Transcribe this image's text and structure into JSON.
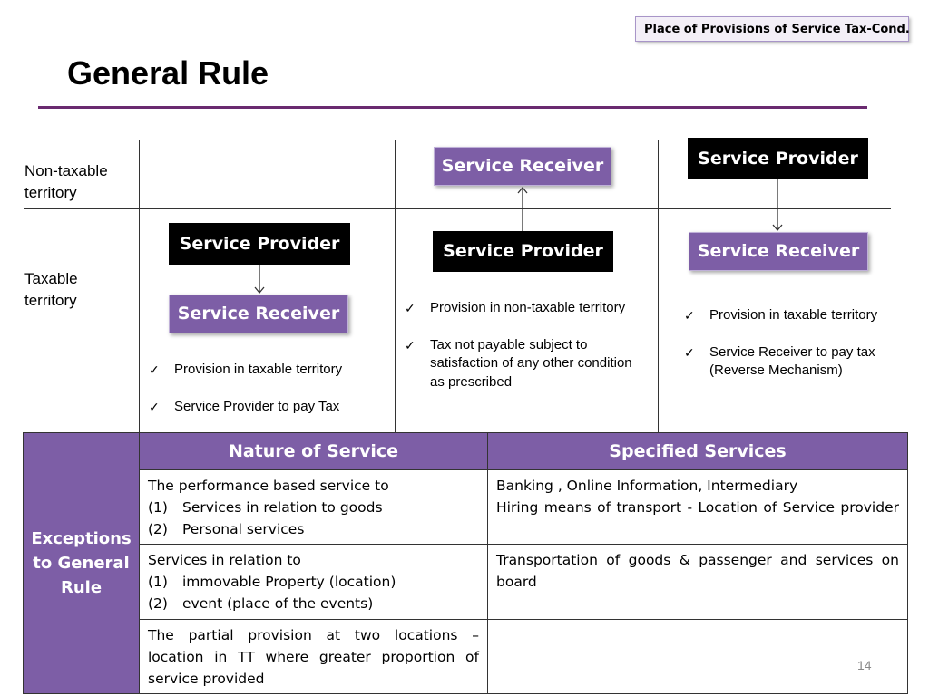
{
  "header": {
    "tag": "Place of Provisions of Service Tax-Cond.",
    "title": "General Rule"
  },
  "zones": {
    "non_taxable": "Non-taxable territory",
    "taxable": "Taxable territory"
  },
  "scenarios": [
    {
      "top_box": "Service Provider",
      "bottom_box": "Service Receiver",
      "bullets": [
        "Provision in taxable  territory",
        "Service Provider to pay Tax"
      ]
    },
    {
      "top_box": "Service Receiver",
      "bottom_box": "Service Provider",
      "bullets": [
        "Provision in non-taxable territory",
        "Tax not payable subject to satisfaction of any other condition as prescribed"
      ]
    },
    {
      "top_box": "Service Provider",
      "bottom_box": "Service Receiver",
      "bullets": [
        "Provision in taxable territory",
        "Service Receiver to pay tax (Reverse Mechanism)"
      ]
    }
  ],
  "exceptions": {
    "side_label": "Exceptions to General Rule",
    "headers": [
      "Nature of Service",
      "Specified Services"
    ],
    "rows": [
      {
        "nature_intro": "The  performance based service to",
        "nature_items": [
          {
            "num": "(1)",
            "text": "Services in relation to goods"
          },
          {
            "num": "(2)",
            "text": "Personal services"
          }
        ],
        "specified": [
          "Banking , Online Information, Intermediary",
          "Hiring means of transport - Location of Service provider"
        ]
      },
      {
        "nature_intro": "Services in relation to",
        "nature_items": [
          {
            "num": "(1)",
            "text": "immovable Property  (location)"
          },
          {
            "num": "(2)",
            "text": "event (place of the events)"
          }
        ],
        "specified": [
          "Transportation of goods & passenger and services on board"
        ]
      },
      {
        "nature_intro": "The partial provision at two locations – location in TT where greater proportion of service provided",
        "specified": [
          ""
        ]
      }
    ]
  },
  "page_number": "14",
  "icons": {
    "bullet": "checkmark-icon",
    "connector": "arrow-down-icon"
  },
  "colors": {
    "purple": "#7d5ea6",
    "rule": "#6a2a70",
    "black_box": "#000000"
  }
}
